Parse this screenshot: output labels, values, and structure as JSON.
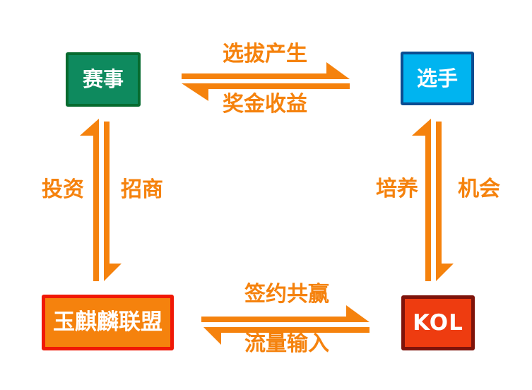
{
  "diagram": {
    "nodes": {
      "saishi": {
        "label": "赛事",
        "fill": "#0E8A5E",
        "border": "#066B2F"
      },
      "xuanshou": {
        "label": "选手",
        "fill": "#00B4F0",
        "border": "#0B4D92"
      },
      "lianmeng": {
        "label": "玉麒麟联盟",
        "fill": "#F5820D",
        "border": "#F01806"
      },
      "kol": {
        "label": "KOL",
        "fill": "#EE3C10",
        "border": "#7E130A"
      }
    },
    "edges": {
      "top_forward": {
        "label": "选拔产生"
      },
      "top_back": {
        "label": "奖金收益"
      },
      "left_up": {
        "label": "投资"
      },
      "left_down": {
        "label": "招商"
      },
      "right_up": {
        "label": "培养"
      },
      "right_down": {
        "label": "机会"
      },
      "bottom_forward": {
        "label": "签约共赢"
      },
      "bottom_back": {
        "label": "流量输入"
      }
    },
    "arrow_color": "#F5820D",
    "label_color": "#F5820D"
  }
}
